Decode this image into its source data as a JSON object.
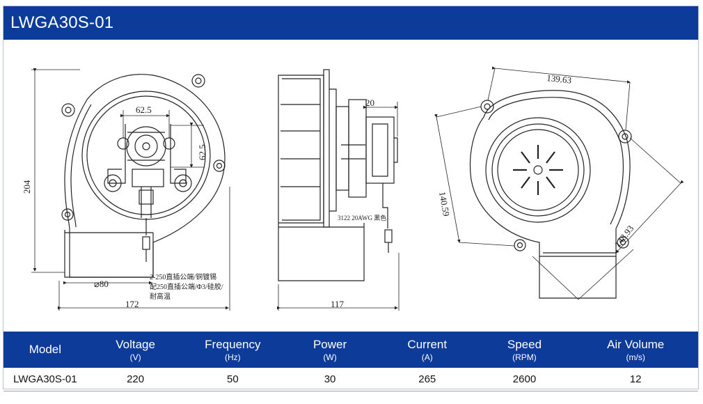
{
  "header": {
    "title": "LWGA30S-01"
  },
  "drawings": {
    "front": {
      "dim_top": "62.5",
      "dim_side": "62.5",
      "dim_height": "204",
      "dim_outlet": "⌀80",
      "dim_width": "172",
      "note_lines": [
        "2-250直插公端/铜镀锡",
        "配250直插公端/Φ3/硅胶/",
        "耐高温"
      ]
    },
    "side": {
      "dim_shaft": "20",
      "wire_note": "3122 20AWG 黑色",
      "dim_depth": "117"
    },
    "back": {
      "dim_top": "139.63",
      "dim_left": "140.59",
      "dim_right": "148.93"
    }
  },
  "specs": {
    "headers": [
      {
        "name": "Model",
        "unit": ""
      },
      {
        "name": "Voltage",
        "unit": "(V)"
      },
      {
        "name": "Frequency",
        "unit": "(Hz)"
      },
      {
        "name": "Power",
        "unit": "(W)"
      },
      {
        "name": "Current",
        "unit": "(A)"
      },
      {
        "name": "Speed",
        "unit": "(RPM)"
      },
      {
        "name": "Air Volume",
        "unit": "(m/s)"
      }
    ],
    "rows": [
      [
        "LWGA30S-01",
        "220",
        "50",
        "30",
        "265",
        "2600",
        "12"
      ]
    ]
  },
  "colors": {
    "brand_blue": "#0d3b9a",
    "line": "#222222"
  }
}
